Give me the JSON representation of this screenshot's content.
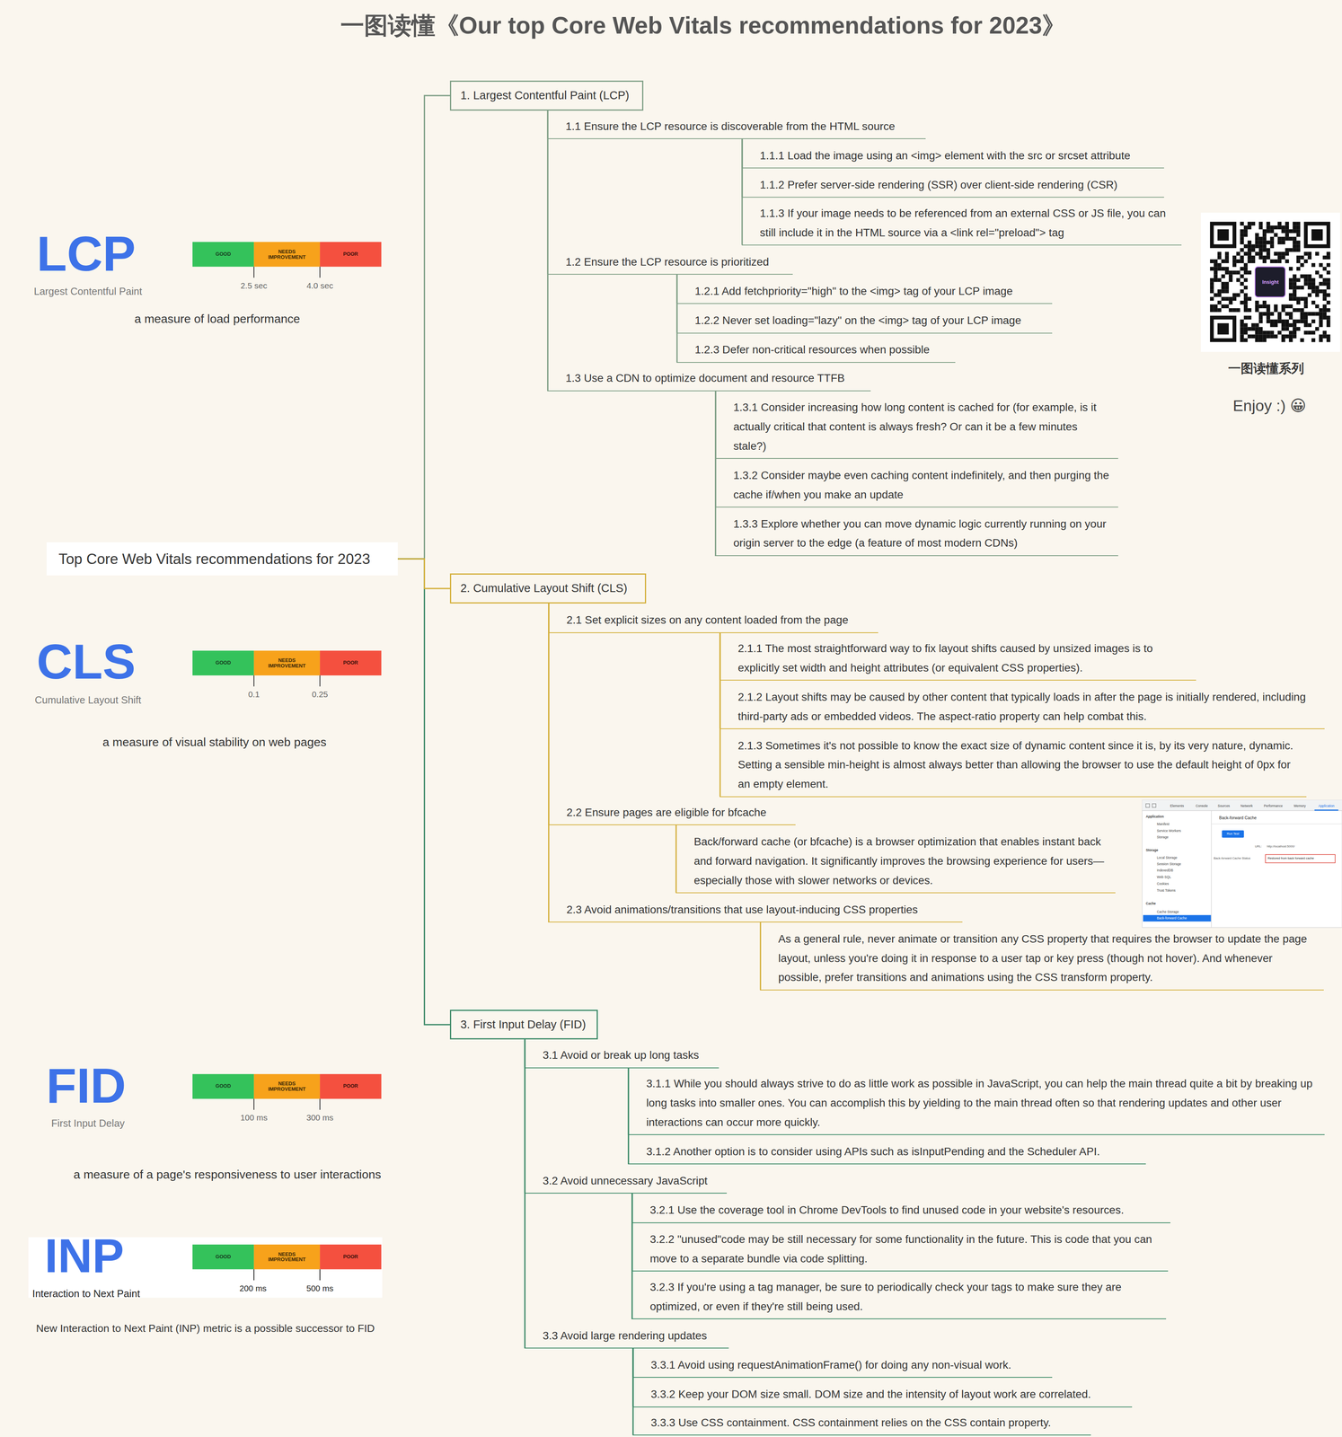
{
  "diagram": {
    "title": "一图读懂《Our top Core Web Vitals recommendations for 2023》",
    "nodes": [
      {
        "text": [
          "Top Core Web Vitals recommendations for 2023"
        ]
      },
      {
        "text": [
          "1. Largest Contentful Paint (LCP)"
        ]
      },
      {
        "text": [
          "1.1 Ensure the LCP resource is discoverable from the HTML source"
        ]
      },
      {
        "text": [
          "1.1.1 Load the image using an <img> element with the src or srcset attribute"
        ]
      },
      {
        "text": [
          "1.1.2 Prefer server-side rendering (SSR) over client-side rendering (CSR)"
        ]
      },
      {
        "text": [
          "1.1.3 If your image needs to be referenced from an external CSS or JS file, you can still include it in the HTML source via a <link rel=\"preload\"> tag"
        ]
      },
      {
        "text": [
          "1.2 Ensure the LCP resource is prioritized"
        ]
      },
      {
        "text": [
          "1.2.1 Add fetchpriority=\"high\" to the <img> tag of your LCP image"
        ]
      },
      {
        "text": [
          "1.2.2 Never set loading=\"lazy\" on the <img> tag of your LCP image"
        ]
      },
      {
        "text": [
          "1.2.3 Defer non-critical resources when possible"
        ]
      },
      {
        "text": [
          "1.3 Use a CDN to optimize document and resource TTFB"
        ]
      },
      {
        "text": [
          "1.3.1 Consider increasing how long content is cached for (for example, is it actually critical that content is always fresh? Or can it be a few minutes stale?)"
        ]
      },
      {
        "text": [
          "1.3.2 Consider maybe even caching content indefinitely, and then purging the cache if/when you make an update"
        ]
      },
      {
        "text": [
          "1.3.3 Explore whether you can move dynamic logic currently running on your origin server to the edge (a feature of most modern CDNs)"
        ]
      },
      {
        "text": [
          "2. Cumulative Layout Shift (CLS)"
        ]
      },
      {
        "text": [
          "2.1 Set explicit sizes on any content loaded from the page"
        ]
      },
      {
        "text": [
          "2.1.1 The most straightforward way to fix layout shifts caused by unsized images is to explicitly set width and height attributes (or equivalent CSS properties)."
        ]
      },
      {
        "text": [
          "2.1.2 Layout shifts may be caused by other content that typically loads in after the page is initially rendered, including third-party ads or embedded videos. The aspect-ratio property can help combat this."
        ]
      },
      {
        "text": [
          "2.1.3 Sometimes it's not possible to know the exact size of dynamic content since it is, by its very nature, dynamic. Setting a sensible min-height is almost always better than allowing the browser to use the default height of 0px for an empty element."
        ]
      },
      {
        "text": [
          "2.2 Ensure pages are eligible for bfcache"
        ]
      },
      {
        "text": [
          "Back/forward cache (or bfcache) is a browser optimization that enables instant back and forward navigation. It significantly improves the browsing experience for users—especially those with slower networks or devices."
        ]
      },
      {
        "text": [
          "2.3 Avoid animations/transitions that use layout-inducing CSS properties"
        ]
      },
      {
        "text": [
          "As a general rule, never animate or transition any CSS property that requires the browser to update the page layout, unless you're doing it in response to a user tap or key press (though not hover). And whenever possible, prefer transitions and animations using the CSS transform property."
        ]
      },
      {
        "text": [
          "3. First Input Delay (FID)"
        ]
      },
      {
        "text": [
          "3.1 Avoid or break up long tasks"
        ]
      },
      {
        "text": [
          "3.1.1 While you should always strive to do as little work as possible in JavaScript, you can help the main thread quite a bit by breaking up long tasks into smaller ones. You can accomplish this by yielding to the main thread often so that rendering updates and other user interactions can occur more quickly."
        ]
      },
      {
        "text": [
          "3.1.2 Another option is to consider using APIs such as isInputPending and the Scheduler API."
        ]
      },
      {
        "text": [
          "3.2 Avoid unnecessary JavaScript"
        ]
      },
      {
        "text": [
          "3.2.1 Use the coverage tool in Chrome DevTools to find unused code in your website's resources."
        ]
      },
      {
        "text": [
          "3.2.2 \"unused\"code may be still necessary for some functionality in the future. This is code that you can move to a separate bundle via code splitting."
        ]
      },
      {
        "text": [
          "3.2.3 If you're using a tag manager, be sure to periodically check your tags to make sure they are optimized, or even if they're still being used."
        ]
      },
      {
        "text": [
          "3.3 Avoid large rendering updates"
        ]
      },
      {
        "text": [
          "3.3.1 Avoid using requestAnimationFrame() for doing any non-visual work."
        ]
      },
      {
        "text": [
          "3.3.2 Keep your DOM size small. DOM size and the intensity of layout work are correlated."
        ]
      },
      {
        "text": [
          "3.3.3 Use CSS containment. CSS containment relies on the CSS contain property."
        ]
      }
    ],
    "edges": [
      {
        "from": 0,
        "to": 1,
        "arrow": "none"
      },
      {
        "from": 0,
        "to": 23,
        "arrow": "none"
      },
      {
        "from": 0,
        "to": 14,
        "arrow": "none"
      },
      {
        "from": 1,
        "to": 2,
        "arrow": "none"
      },
      {
        "from": 1,
        "to": 6,
        "arrow": "none"
      },
      {
        "from": 1,
        "to": 10,
        "arrow": "none"
      },
      {
        "from": 2,
        "to": 3,
        "arrow": "none"
      },
      {
        "from": 2,
        "to": 4,
        "arrow": "none"
      },
      {
        "from": 2,
        "to": 5,
        "arrow": "none"
      },
      {
        "from": 6,
        "to": 7,
        "arrow": "none"
      },
      {
        "from": 6,
        "to": 8,
        "arrow": "none"
      },
      {
        "from": 6,
        "to": 9,
        "arrow": "none"
      },
      {
        "from": 10,
        "to": 11,
        "arrow": "none"
      },
      {
        "from": 10,
        "to": 12,
        "arrow": "none"
      },
      {
        "from": 10,
        "to": 13,
        "arrow": "none"
      },
      {
        "from": 14,
        "to": 15,
        "arrow": "none"
      },
      {
        "from": 14,
        "to": 19,
        "arrow": "none"
      },
      {
        "from": 14,
        "to": 21,
        "arrow": "none"
      },
      {
        "from": 15,
        "to": 16,
        "arrow": "none"
      },
      {
        "from": 15,
        "to": 17,
        "arrow": "none"
      },
      {
        "from": 15,
        "to": 18,
        "arrow": "none"
      },
      {
        "from": 19,
        "to": 20,
        "arrow": "none"
      },
      {
        "from": 21,
        "to": 22,
        "arrow": "none"
      },
      {
        "from": 23,
        "to": 24,
        "arrow": "none"
      },
      {
        "from": 23,
        "to": 27,
        "arrow": "none"
      },
      {
        "from": 23,
        "to": 31,
        "arrow": "none"
      },
      {
        "from": 24,
        "to": 25,
        "arrow": "none"
      },
      {
        "from": 24,
        "to": 26,
        "arrow": "none"
      },
      {
        "from": 27,
        "to": 28,
        "arrow": "none"
      },
      {
        "from": 27,
        "to": 29,
        "arrow": "none"
      },
      {
        "from": 27,
        "to": 30,
        "arrow": "none"
      },
      {
        "from": 31,
        "to": 32,
        "arrow": "none"
      },
      {
        "from": 31,
        "to": 33,
        "arrow": "none"
      },
      {
        "from": 31,
        "to": 34,
        "arrow": "none"
      }
    ],
    "labels": [
      "LCP",
      "Largest Contentful Paint",
      "GOOD",
      "NEEDS IMPROVEMENT",
      "POOR",
      "2.5 sec",
      "4.0 sec",
      "a measure of load performance",
      "CLS",
      "Cumulative Layout Shift",
      "GOOD",
      "NEEDS IMPROVEMENT",
      "POOR",
      "0.1",
      "0.25",
      "a measure of visual stability on web pages",
      "FID",
      "First Input Delay",
      "GOOD",
      "NEEDS IMPROVEMENT",
      "POOR",
      "100 ms",
      "300 ms",
      "a measure of a page's responsiveness to user interactions",
      "INP",
      "Interaction to Next Paint",
      "GOOD",
      "NEEDS IMPROVEMENT",
      "POOR",
      "200 ms",
      "500 ms",
      "New Interaction to Next Paint (INP) metric is a possible successor to FID",
      "一图读懂系列",
      "Enjoy :) 😀",
      "Insight",
      "Elements",
      "Console",
      "Sources",
      "Network",
      "Performance",
      "Memory",
      "Application",
      "Application",
      "Manifest",
      "Service Workers",
      "Storage",
      "Storage",
      "Local Storage",
      "Session Storage",
      "IndexedDB",
      "Web SQL",
      "Cookies",
      "Trust Tokens",
      "Cache",
      "Cache Storage",
      "Back-forward Cache",
      "Back-forward Cache",
      "Run Test",
      "URL:",
      "http://localhost:5000/",
      "Back-forward Cache Status",
      "Restored from back forward cache"
    ]
  }
}
